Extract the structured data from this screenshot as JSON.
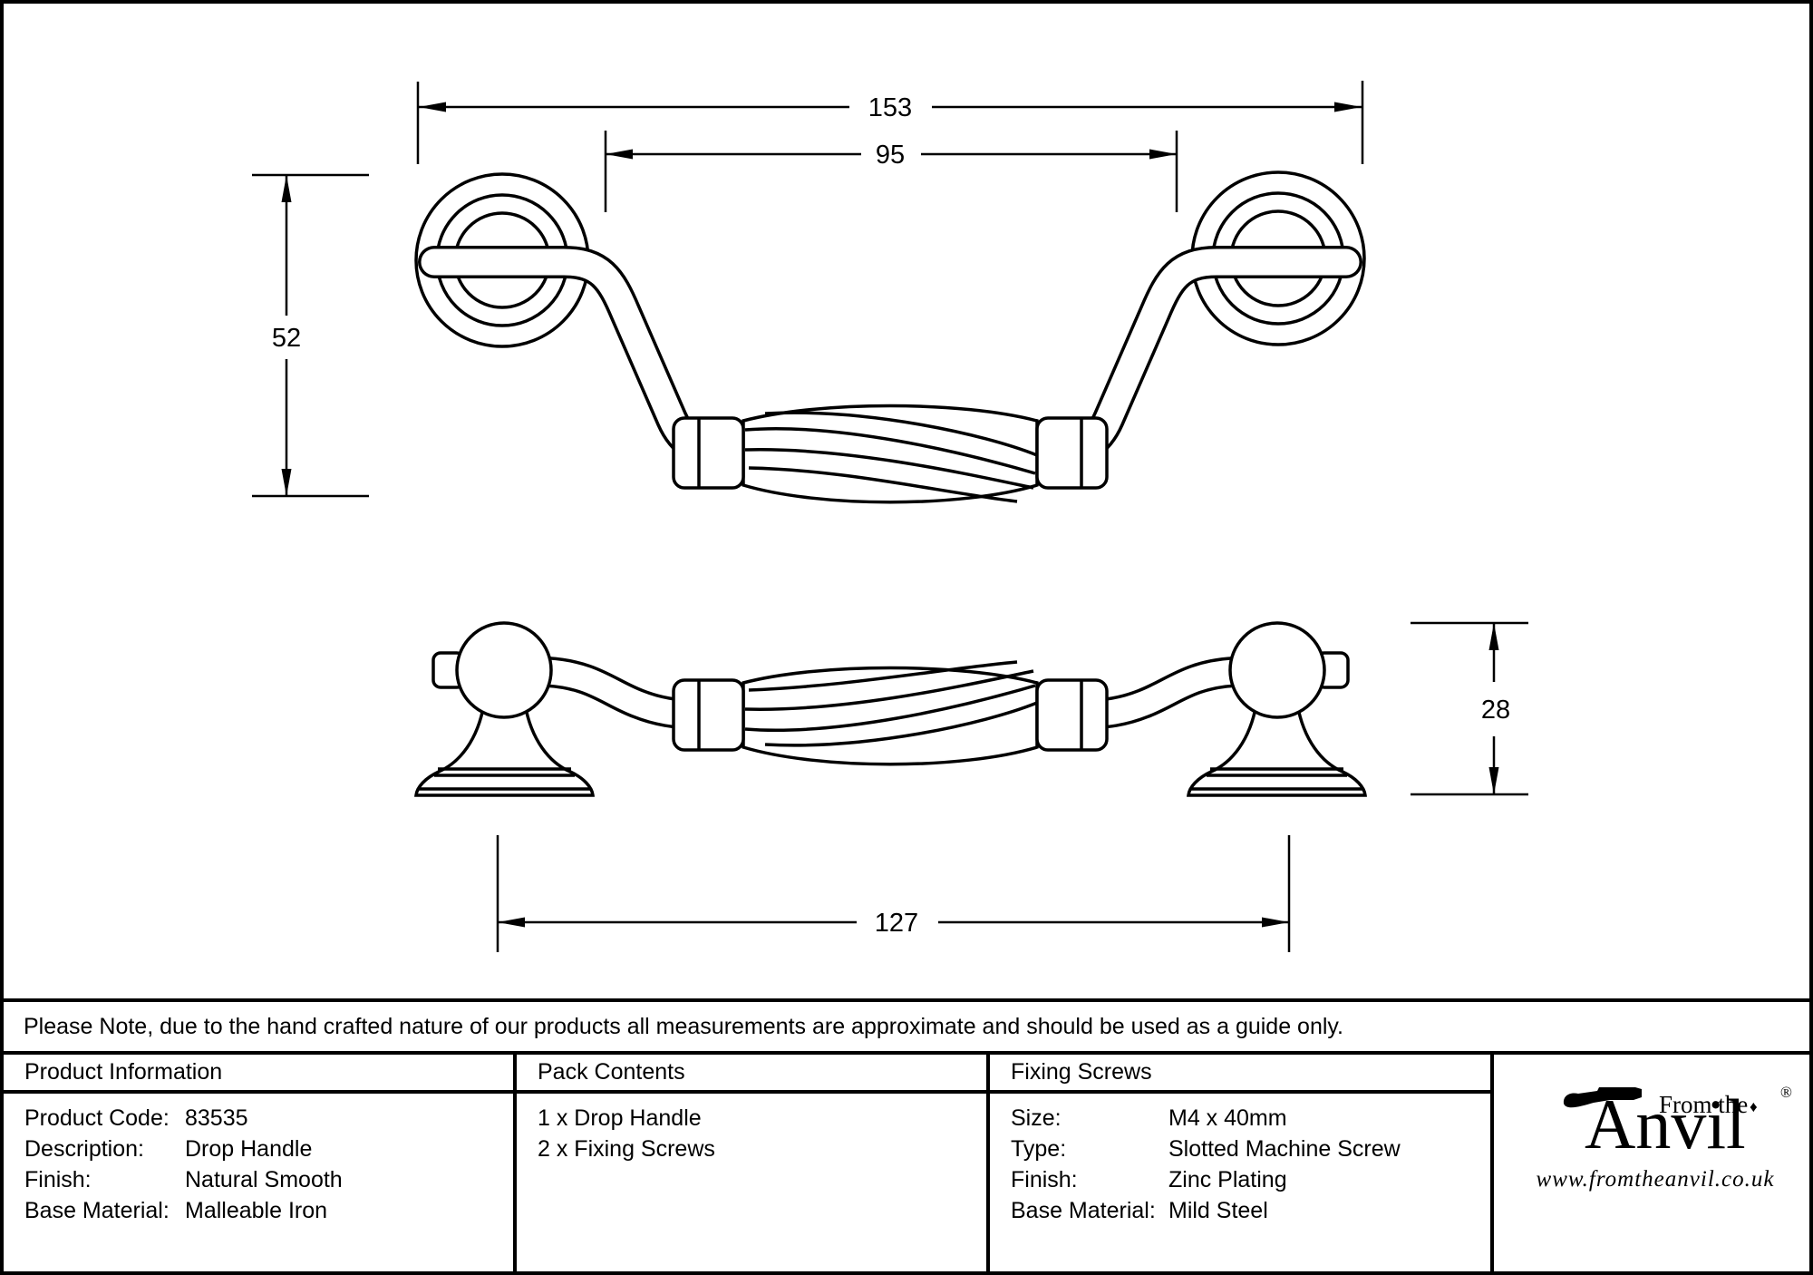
{
  "note": {
    "text": "Please Note, due to the hand crafted nature of our products all measurements are approximate and should be used as a guide only."
  },
  "drawing": {
    "line_color": "#000000",
    "front_view": {
      "dim_width_total": "153",
      "dim_width_inner": "95",
      "dim_height": "52"
    },
    "side_view": {
      "dim_length": "127",
      "dim_height": "28"
    }
  },
  "table": {
    "product_information": {
      "header": "Product Information",
      "rows": [
        {
          "label": "Product Code:",
          "value": "83535"
        },
        {
          "label": "Description:",
          "value": "Drop Handle"
        },
        {
          "label": "Finish:",
          "value": "Natural Smooth"
        },
        {
          "label": "Base Material:",
          "value": "Malleable Iron"
        }
      ]
    },
    "pack_contents": {
      "header": "Pack Contents",
      "items": [
        "1 x Drop Handle",
        "2 x Fixing Screws"
      ]
    },
    "fixing_screws": {
      "header": "Fixing Screws",
      "rows": [
        {
          "label": "Size:",
          "value": "M4 x 40mm"
        },
        {
          "label": "Type:",
          "value": "Slotted Machine Screw"
        },
        {
          "label": "Finish:",
          "value": "Zinc Plating"
        },
        {
          "label": "Base Material:",
          "value": "Mild Steel"
        }
      ]
    }
  },
  "logo": {
    "top_text": "From the",
    "brand_initial": "A",
    "brand_tail": "nvil",
    "diamond": "♦",
    "registered": "®",
    "url": "www.fromtheanvil.co.uk"
  }
}
